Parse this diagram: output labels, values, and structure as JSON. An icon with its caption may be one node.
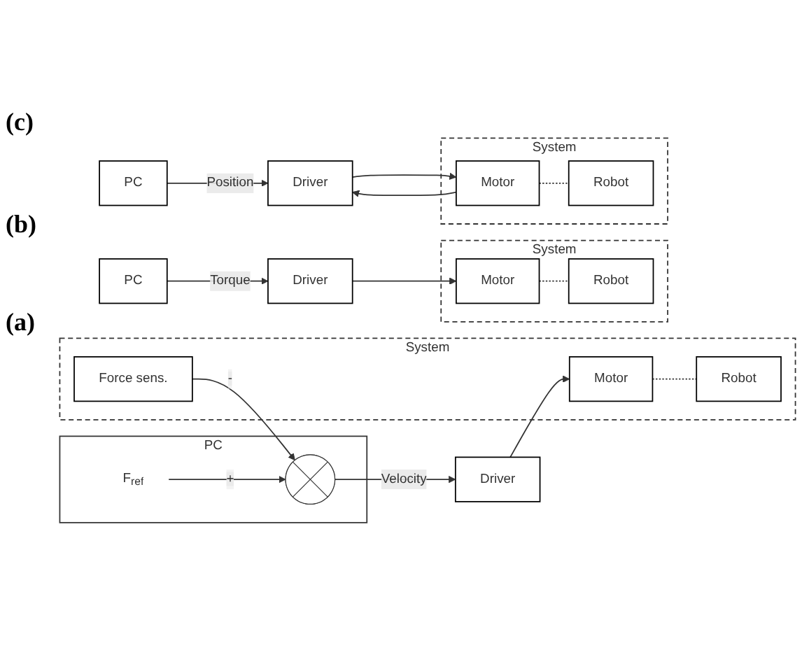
{
  "diagram": {
    "nodes": [
      {
        "text": [
          "PC"
        ]
      },
      {
        "text": [
          "F$_{ref}$"
        ],
        "in": 0
      },
      {
        "text": [],
        "shape": "circle",
        "in": 0
      },
      {
        "text": [
          "Driver"
        ]
      },
      {
        "text": [
          "System"
        ]
      },
      {
        "text": [
          "Force sens."
        ],
        "in": 4
      },
      {
        "text": [
          "Motor"
        ],
        "in": 4
      },
      {
        "text": [
          "Robot"
        ],
        "in": 4
      },
      {
        "text": [
          "PC"
        ]
      },
      {
        "text": [
          "Driver"
        ]
      },
      {
        "text": [
          "System"
        ]
      },
      {
        "text": [
          "Motor"
        ],
        "in": 10
      },
      {
        "text": [
          "Robot"
        ],
        "in": 10
      },
      {
        "text": [
          "PC"
        ]
      },
      {
        "text": [
          "Driver"
        ]
      },
      {
        "text": [
          "System"
        ]
      },
      {
        "text": [
          "Motor"
        ],
        "in": 15
      },
      {
        "text": [
          "Robot"
        ],
        "in": 15
      }
    ],
    "edges": [
      {
        "from": 1,
        "to": 2,
        "arrow": "to",
        "label": "+"
      },
      {
        "from": 2,
        "to": 3,
        "arrow": "to",
        "label": "Velocity"
      },
      {
        "from": 3,
        "to": 6,
        "arrow": "to"
      },
      {
        "from": 5,
        "to": 2,
        "arrow": "to",
        "label": "-"
      },
      {
        "from": 6,
        "to": 7,
        "arrow": "none",
        "style": "dashed"
      },
      {
        "from": 8,
        "to": 9,
        "arrow": "to",
        "label": "Torque"
      },
      {
        "from": 9,
        "to": 11,
        "arrow": "to"
      },
      {
        "from": 11,
        "to": 12,
        "arrow": "none",
        "style": "dashed"
      },
      {
        "from": 13,
        "to": 14,
        "arrow": "to",
        "label": "Position"
      },
      {
        "from": 14,
        "to": 16,
        "arrow": "to"
      },
      {
        "from": 16,
        "to": 14,
        "arrow": "to"
      },
      {
        "from": 16,
        "to": 17,
        "arrow": "none",
        "style": "dashed"
      }
    ],
    "labels": [
      "(a)",
      "(b)",
      "(c)"
    ]
  }
}
